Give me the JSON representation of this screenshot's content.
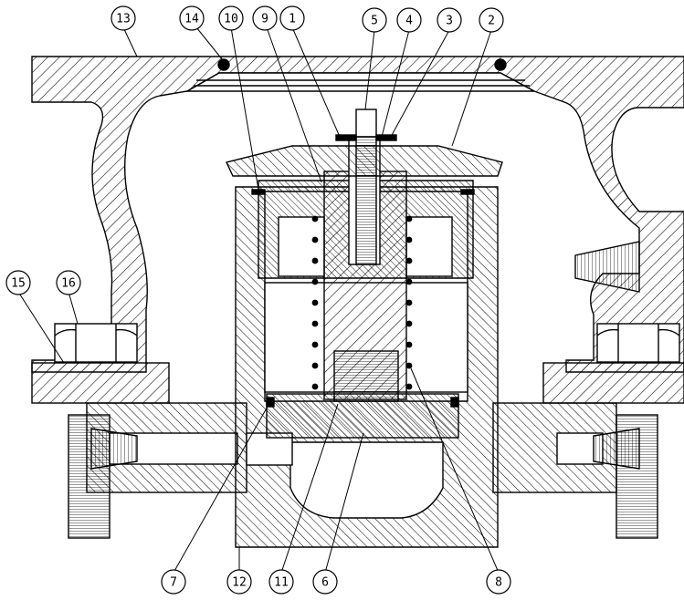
{
  "diagram": {
    "type": "valve-cross-section",
    "ink_color": "#000000",
    "background": "#ffffff",
    "callouts": [
      {
        "id": "c1",
        "label": "1"
      },
      {
        "id": "c2",
        "label": "2"
      },
      {
        "id": "c3",
        "label": "3"
      },
      {
        "id": "c4",
        "label": "4"
      },
      {
        "id": "c5",
        "label": "5"
      },
      {
        "id": "c6",
        "label": "6"
      },
      {
        "id": "c7",
        "label": "7"
      },
      {
        "id": "c8",
        "label": "8"
      },
      {
        "id": "c9",
        "label": "9"
      },
      {
        "id": "c10",
        "label": "10"
      },
      {
        "id": "c11",
        "label": "11"
      },
      {
        "id": "c12",
        "label": "12"
      },
      {
        "id": "c13",
        "label": "13"
      },
      {
        "id": "c14",
        "label": "14"
      },
      {
        "id": "c15",
        "label": "15"
      },
      {
        "id": "c16",
        "label": "16"
      }
    ]
  }
}
